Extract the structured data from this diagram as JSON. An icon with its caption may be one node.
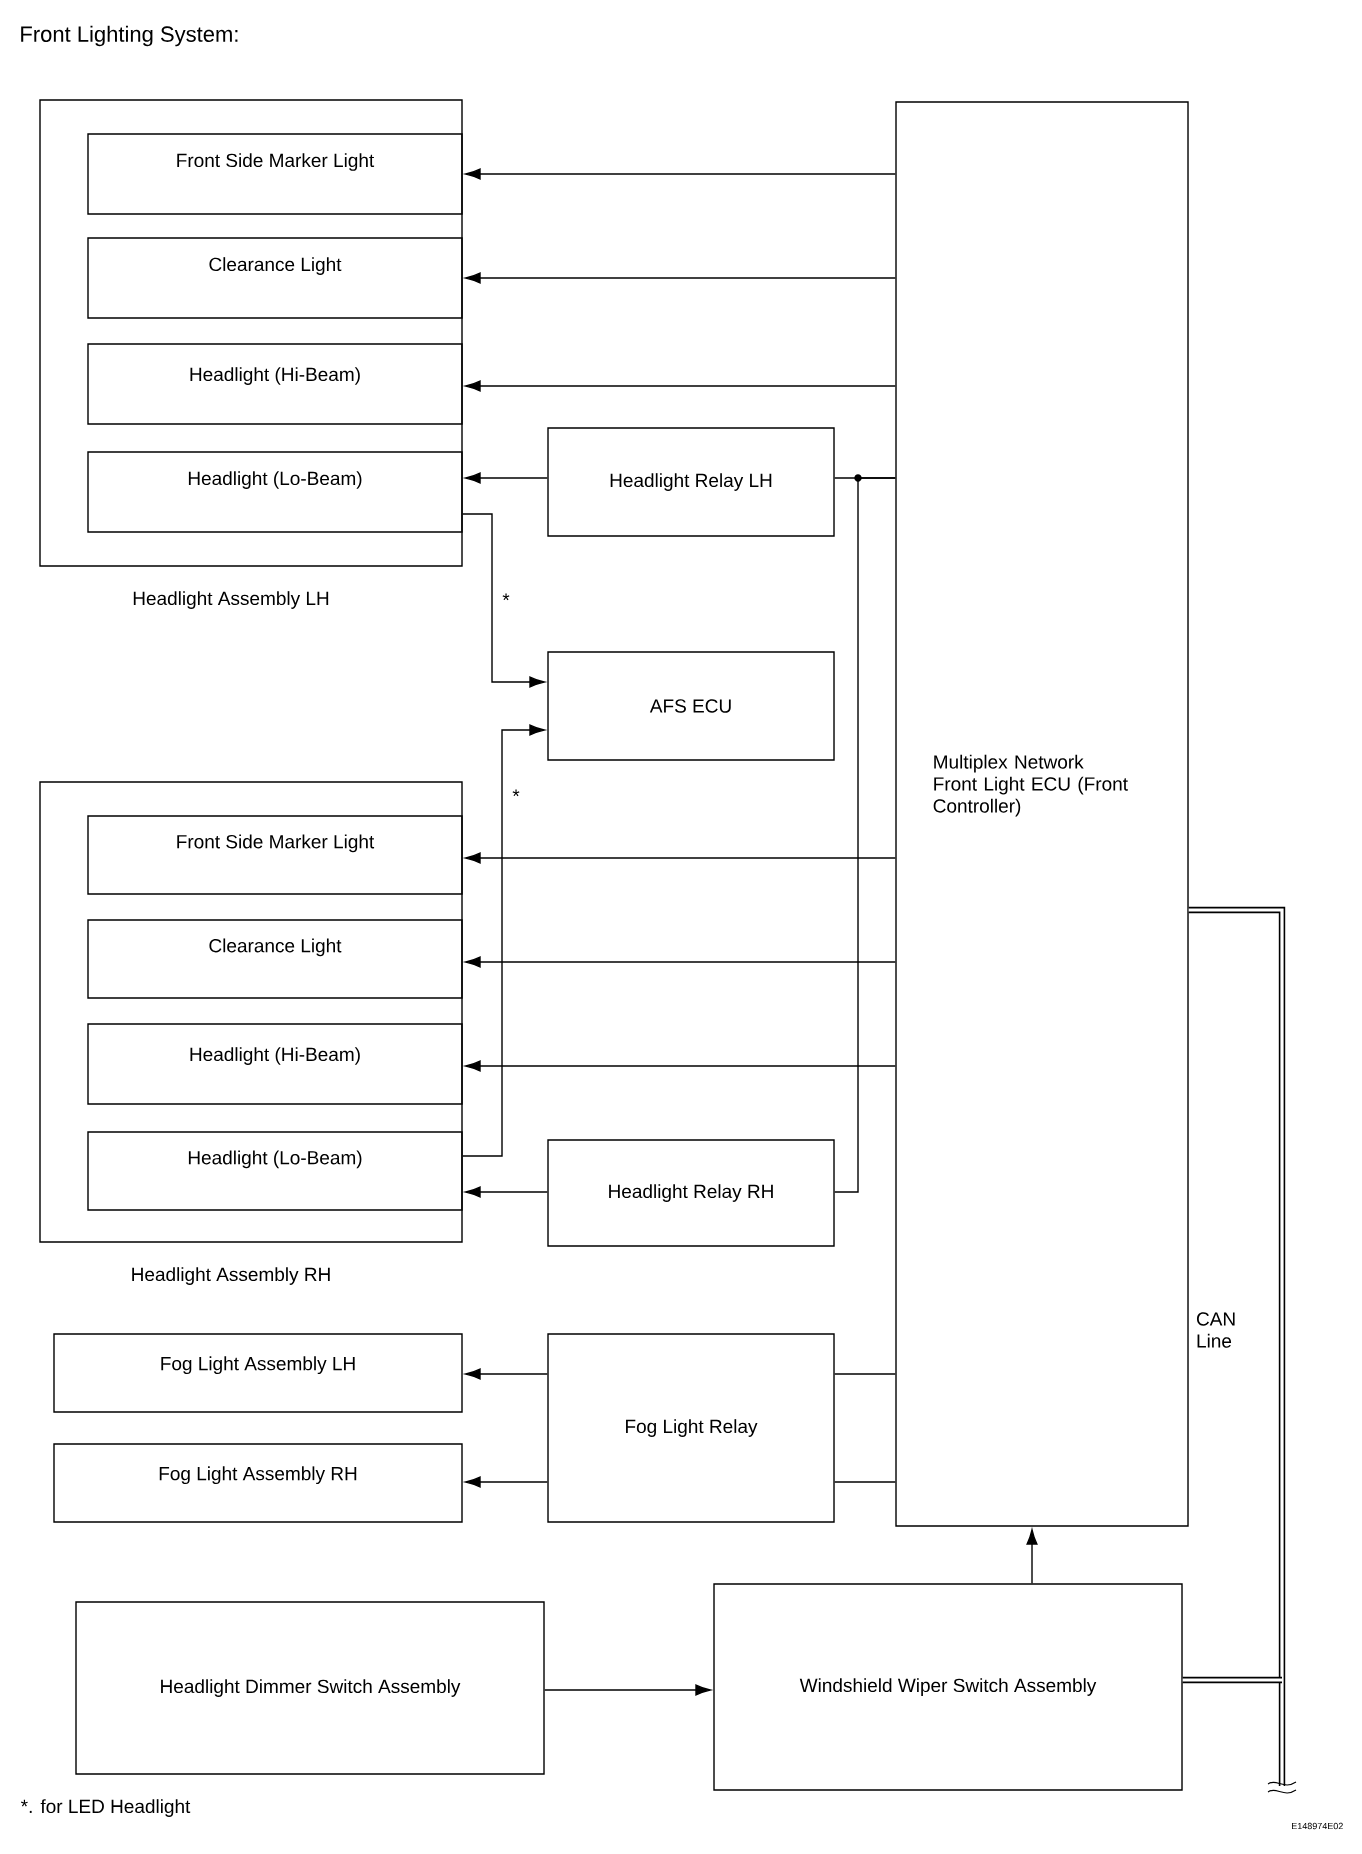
{
  "diagram": {
    "title": "Front Lighting System:",
    "nodes": [
      {
        "text": [
          "Headlight Assembly LH"
        ]
      },
      {
        "text": [
          "Front Side Marker Light"
        ],
        "in": 0
      },
      {
        "text": [
          "Clearance Light"
        ],
        "in": 0
      },
      {
        "text": [
          "Headlight (Hi-Beam)"
        ],
        "in": 0
      },
      {
        "text": [
          "Headlight (Lo-Beam)"
        ],
        "in": 0
      },
      {
        "text": [
          "Headlight Relay LH"
        ]
      },
      {
        "text": [
          "AFS ECU"
        ]
      },
      {
        "text": [
          "Multiplex Network Front Light ECU (Front Controller)"
        ]
      },
      {
        "text": [
          "Headlight Assembly RH"
        ]
      },
      {
        "text": [
          "Front Side Marker Light"
        ],
        "in": 8
      },
      {
        "text": [
          "Clearance Light"
        ],
        "in": 8
      },
      {
        "text": [
          "Headlight (Hi-Beam)"
        ],
        "in": 8
      },
      {
        "text": [
          "Headlight (Lo-Beam)"
        ],
        "in": 8
      },
      {
        "text": [
          "Headlight Relay RH"
        ]
      },
      {
        "text": [
          "Fog Light Assembly LH"
        ]
      },
      {
        "text": [
          "Fog Light Assembly RH"
        ]
      },
      {
        "text": [
          "Fog Light Relay"
        ]
      },
      {
        "text": [
          "Headlight Dimmer Switch Assembly"
        ]
      },
      {
        "text": [
          "Windshield Wiper Switch Assembly"
        ]
      }
    ],
    "edges": [
      {
        "from": 7,
        "to": 1,
        "arrow": "to"
      },
      {
        "from": 7,
        "to": 2,
        "arrow": "to"
      },
      {
        "from": 7,
        "to": 3,
        "arrow": "to"
      },
      {
        "from": 5,
        "to": 4,
        "arrow": "to"
      },
      {
        "from": 7,
        "to": 5,
        "arrow": "none"
      },
      {
        "from": 7,
        "to": 13,
        "arrow": "none"
      },
      {
        "from": 4,
        "to": 6,
        "arrow": "to",
        "label": "*"
      },
      {
        "from": 12,
        "to": 6,
        "arrow": "to",
        "label": "*"
      },
      {
        "from": 7,
        "to": 9,
        "arrow": "to"
      },
      {
        "from": 7,
        "to": 10,
        "arrow": "to"
      },
      {
        "from": 7,
        "to": 11,
        "arrow": "to"
      },
      {
        "from": 13,
        "to": 12,
        "arrow": "to"
      },
      {
        "from": 16,
        "to": 14,
        "arrow": "to"
      },
      {
        "from": 16,
        "to": 15,
        "arrow": "to"
      },
      {
        "from": 7,
        "to": 16,
        "arrow": "none"
      },
      {
        "from": 7,
        "to": 16,
        "arrow": "none"
      },
      {
        "from": 17,
        "to": 18,
        "arrow": "to"
      },
      {
        "from": 18,
        "to": 7,
        "arrow": "to"
      },
      {
        "from": 7,
        "to": null,
        "arrow": "none",
        "style": "thick"
      },
      {
        "from": 18,
        "to": null,
        "arrow": "none",
        "style": "thick"
      }
    ],
    "labels": [
      "CAN Line",
      "*. for LED Headlight",
      "E148974E02"
    ]
  }
}
